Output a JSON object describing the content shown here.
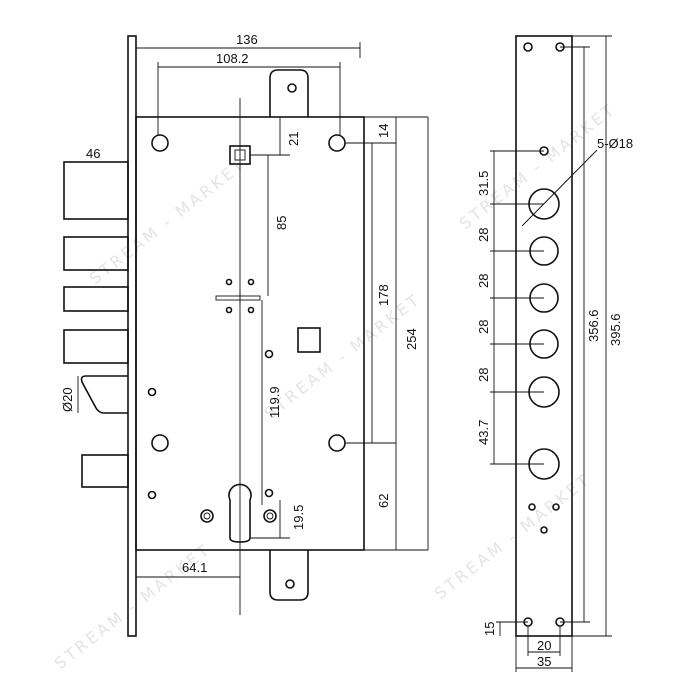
{
  "lock_dims": {
    "width_136": "136",
    "width_108": "108.2",
    "top_21": "21",
    "top_14": "14",
    "bolt_46": "46",
    "spacing_85": "85",
    "height_178": "178",
    "height_254": "254",
    "diam_20": "Ø20",
    "spacing_119": "119.9",
    "bottom_62": "62",
    "cyl_19": "19.5",
    "backset_64": "64.1"
  },
  "plate_dims": {
    "holes_label": "5-Ø18",
    "d_31": "31.5",
    "d_28a": "28",
    "d_28b": "28",
    "d_28c": "28",
    "d_28d": "28",
    "d_43": "43.7",
    "len_356": "356.6",
    "len_395": "395.6",
    "bottom_15": "15",
    "width_20": "20",
    "width_35": "35"
  },
  "watermark": "STREAM - MARKET"
}
